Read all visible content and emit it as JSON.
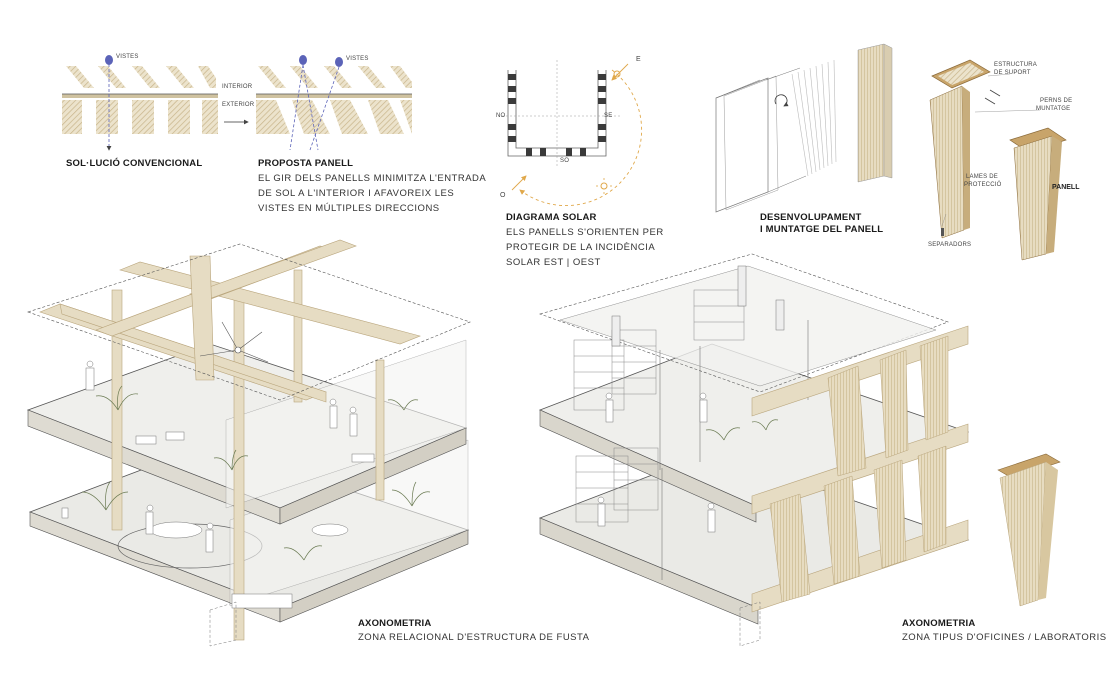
{
  "colors": {
    "wood": "#e6dcc3",
    "wood_dark": "#c8b48a",
    "wood_stripe": "#d7c8a2",
    "floor": "#eeeeec",
    "line": "#444444",
    "vista": "#5b63b8",
    "sun": "#e0a84a"
  },
  "diagram1": {
    "vistes": "VISTES",
    "title": "SOL·LUCIÓ CONVENCIONAL"
  },
  "diagram2": {
    "vistes": "VISTES",
    "interior": "INTERIOR",
    "exterior": "EXTERIOR",
    "title": "PROPOSTA PANELL",
    "lines": [
      "EL GIR DELS PANELLS MINIMITZA L'ENTRADA",
      "DE SOL A L'INTERIOR I AFAVOREIX LES",
      "VISTES EN MÚLTIPLES DIRECCIONS"
    ]
  },
  "solar": {
    "e": "E",
    "o": "O",
    "no": "NO",
    "se": "SE",
    "so": "SO",
    "title": "DIAGRAMA SOLAR",
    "lines": [
      "ELS PANELLS S'ORIENTEN PER",
      "PROTEGIR DE LA INCIDÈNCIA",
      "SOLAR EST | OEST"
    ]
  },
  "development": {
    "title_lines": [
      "DESENVOLUPAMENT",
      "I MUNTATGE DEL PANELL"
    ]
  },
  "panel": {
    "estructura": [
      "ESTRUCTURA",
      "DE SUPORT"
    ],
    "perns": [
      "PERNS DE",
      "MUNTATGE"
    ],
    "lames": [
      "LAMES DE",
      "PROTECCIÓ"
    ],
    "panell": "PANELL",
    "separadors": "SEPARADORS"
  },
  "axo_left": {
    "title": "AXONOMETRIA",
    "subtitle": "ZONA RELACIONAL D'ESTRUCTURA DE FUSTA"
  },
  "axo_right": {
    "title": "AXONOMETRIA",
    "subtitle": "ZONA TIPUS D'OFICINES / LABORATORIS"
  }
}
